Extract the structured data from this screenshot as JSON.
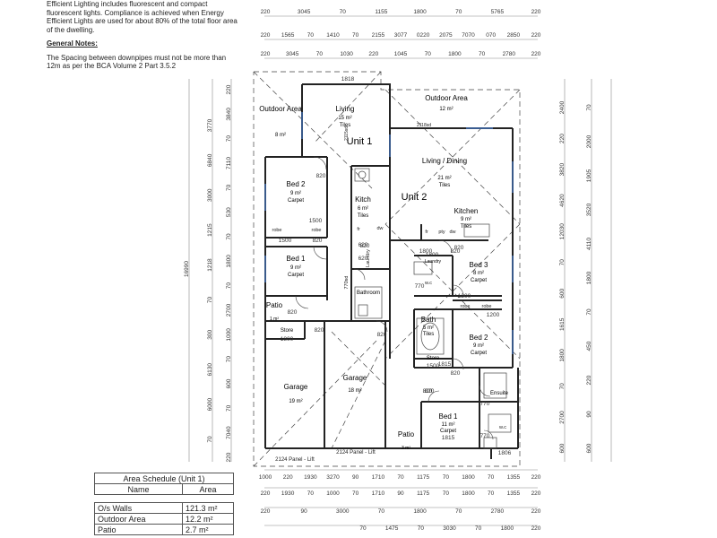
{
  "notes": {
    "lighting_text": "Efficient Lighting includes fluorescent and compact fluorescent lights. Compliance is achieved when Energy Efficient Lights are used for about 80% of the total floor area of the dwelling.",
    "general_heading": "General Notes:",
    "general_text": "The Spacing between downpipes must not be more than 12m as per the BCA Volume 2 Part 3.5.2"
  },
  "units": {
    "unit1": "Unit 1",
    "unit2": "Unit 2"
  },
  "rooms": {
    "outdoor1": {
      "name": "Outdoor Area",
      "area": "8 m²",
      "dim": "2115sd"
    },
    "living1": {
      "name": "Living",
      "area": "15 m²",
      "finish": "Tiles"
    },
    "bed2_u1": {
      "name": "Bed 2",
      "area": "9 m²",
      "finish": "Carpet"
    },
    "kitch1": {
      "name": "Kitch",
      "area": "6 m²",
      "finish": "Tiles"
    },
    "bed1_u1": {
      "name": "Bed 1",
      "area": "9 m²",
      "finish": "Carpet"
    },
    "bathroom1": {
      "name": "Bathroom"
    },
    "patio1": {
      "name": "Patio",
      "area": "1 m²"
    },
    "store1": {
      "name": "Store"
    },
    "garage1": {
      "name": "Garage",
      "area": "19 m²"
    },
    "garage2": {
      "name": "Garage",
      "area": "18 m²"
    },
    "outdoor2": {
      "name": "Outdoor Area",
      "area": "12 m²",
      "dim": "2118sd"
    },
    "living2": {
      "name": "Living / Dining",
      "area": "21 m²",
      "finish": "Tiles"
    },
    "kitchen2": {
      "name": "Kitchen",
      "area": "9 m²",
      "finish": "Tiles"
    },
    "bed3_u2": {
      "name": "Bed 3",
      "area": "8 m²",
      "finish": "Carpet"
    },
    "laundry2": {
      "name": "Laundry"
    },
    "bath2": {
      "name": "Bath",
      "area": "5 m²",
      "finish": "Tiles"
    },
    "bed2_u2": {
      "name": "Bed 2",
      "area": "9 m²",
      "finish": "Carpet"
    },
    "store2": {
      "name": "Store"
    },
    "ensuite2": {
      "name": "Ensuite"
    },
    "bed1_u2": {
      "name": "Bed 1",
      "area": "11 m²",
      "finish": "Carpet"
    },
    "patio2": {
      "name": "Patio",
      "area": "3 m²"
    }
  },
  "fixtures": {
    "robe": "robe",
    "fr": "fr",
    "pty": "pty",
    "dw": "dw",
    "wc": "w.c",
    "laundry_short": "Laundry",
    "sd": "770sd",
    "panel1": "2124 Panel - Lift",
    "panel2": "2124 Panel - Lift"
  },
  "dimensions": {
    "top_row1": [
      "220",
      "3045",
      "70",
      "1155",
      "1800",
      "70",
      "5765",
      "220"
    ],
    "top_row2": [
      "220",
      "1565",
      "70",
      "1410",
      "70",
      "2155",
      "3077",
      "0220",
      "2075",
      "7070",
      "070",
      "2850",
      "220"
    ],
    "top_row3": [
      "220",
      "3045",
      "70",
      "1030",
      "220",
      "1045",
      "70",
      "1800",
      "70",
      "2780",
      "220"
    ],
    "left_col1": [
      "220",
      "3840",
      "70",
      "7110",
      "70",
      "530",
      "70",
      "1800",
      "70",
      "2700",
      "1000",
      "70",
      "600",
      "70",
      "7040",
      "220"
    ],
    "left_col2": [
      "3770",
      "6840",
      "3000",
      "1215",
      "1218",
      "70",
      "300",
      "6130",
      "6000",
      "70"
    ],
    "left_total": "16990",
    "right_col1": [
      "2400",
      "220",
      "3820",
      "4620",
      "12030",
      "70",
      "600",
      "1615",
      "1800",
      "70",
      "2700",
      "600",
      "70",
      "2000",
      "1905",
      "3520",
      "4110",
      "1800",
      "70",
      "450",
      "220",
      "90",
      "600"
    ],
    "bottom_row1": [
      "1000",
      "220",
      "1930",
      "3270",
      "90",
      "1710",
      "70",
      "1175",
      "70",
      "1800",
      "70",
      "1355",
      "220"
    ],
    "bottom_row2": [
      "220",
      "1930",
      "70",
      "1000",
      "70",
      "1710",
      "90",
      "1175",
      "70",
      "1800",
      "70",
      "1355",
      "220"
    ],
    "bottom_row3": [
      "220",
      "90",
      "3000",
      "70",
      "1800",
      "70",
      "2780",
      "220"
    ],
    "bottom_row4": [
      "70",
      "1475",
      "70",
      "3030",
      "70",
      "1800",
      "220"
    ],
    "internal": [
      "1818",
      "820",
      "1500",
      "1500",
      "820",
      "820",
      "620",
      "620",
      "820",
      "1800",
      "820",
      "820",
      "1800",
      "1815",
      "1200",
      "820",
      "1200",
      "770",
      "1500",
      "820",
      "820",
      "1806",
      "1815",
      "820",
      "770",
      "770",
      "1800",
      "820"
    ]
  },
  "area_schedule": {
    "title": "Area Schedule (Unit 1)",
    "col_name": "Name",
    "col_area": "Area",
    "rows": [
      {
        "name": "O/s Walls",
        "area": "121.3 m²"
      },
      {
        "name": "Outdoor Area",
        "area": "12.2 m²"
      },
      {
        "name": "Patio",
        "area": "2.7 m²"
      }
    ]
  }
}
